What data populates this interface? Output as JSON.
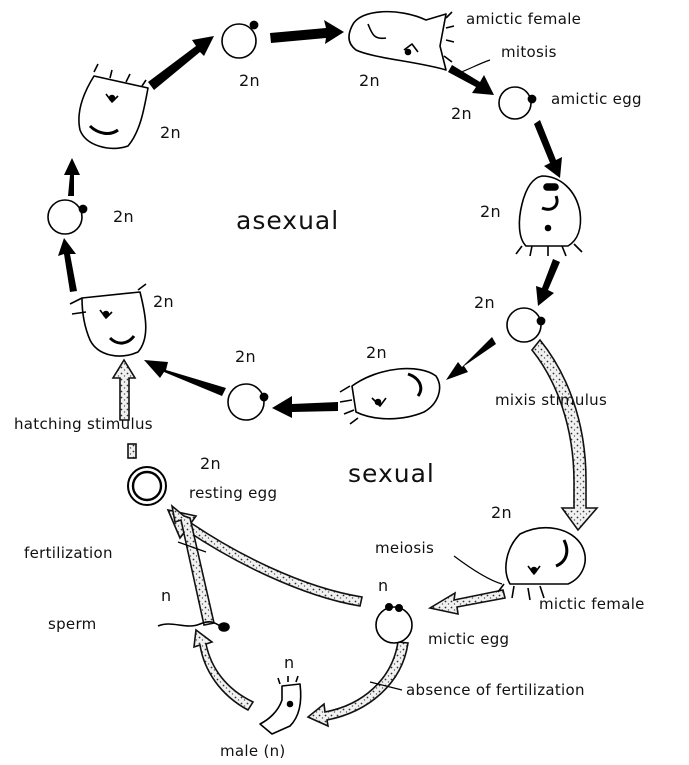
{
  "center": {
    "asexual": "asexual",
    "sexual": "sexual"
  },
  "labels": {
    "amictic_female": "amictic female",
    "mitosis": "mitosis",
    "amictic_egg": "amictic egg",
    "mixis_stimulus": "mixis stimulus",
    "mictic_female": "mictic female",
    "meiosis": "meiosis",
    "mictic_egg": "mictic egg",
    "absence_of_fertilization": "absence of fertilization",
    "male": "male (n)",
    "sperm": "sperm",
    "fertilization": "fertilization",
    "resting_egg": "resting egg",
    "hatching_stimulus": "hatching stimulus"
  },
  "ploidy": {
    "diploid": "2n",
    "haploid": "n"
  }
}
